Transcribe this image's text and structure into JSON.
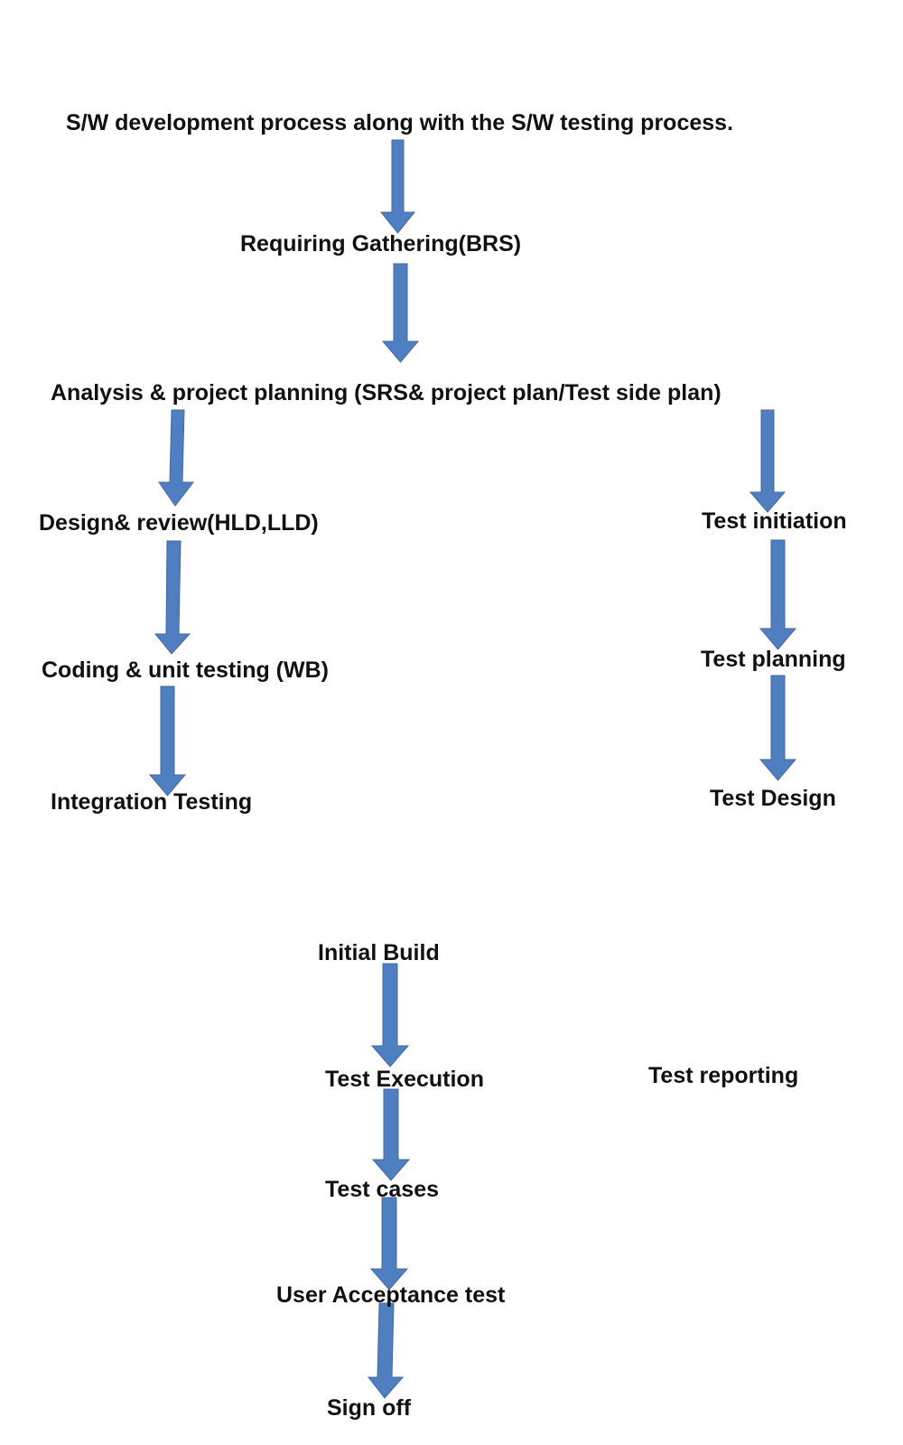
{
  "title": "S/W development process along with the S/W testing process.",
  "nodes": {
    "requirement_gathering": "Requiring Gathering(BRS)",
    "analysis_planning": "Analysis & project planning (SRS& project  plan/Test side plan)",
    "design_review": "Design& review(HLD,LLD)",
    "coding_unit_testing": "Coding & unit testing (WB)",
    "integration_testing": "Integration Testing",
    "test_initiation": "Test initiation",
    "test_planning": "Test planning",
    "test_design": "Test Design",
    "initial_build": "Initial Build",
    "test_execution": "Test Execution",
    "test_reporting": "Test reporting",
    "test_cases": "Test cases",
    "user_acceptance_test": "User Acceptance test",
    "sign_off": "Sign off"
  },
  "colors": {
    "arrow_fill": "#4f7fc1",
    "arrow_stroke": "#43699f",
    "text": "#111111"
  }
}
